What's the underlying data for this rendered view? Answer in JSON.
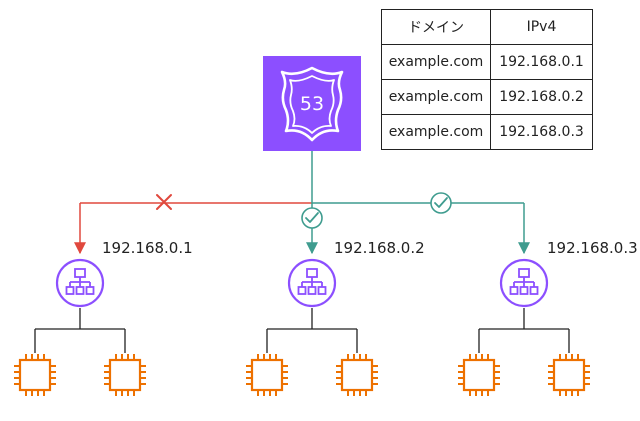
{
  "dns_table": {
    "headers": [
      "ドメイン",
      "IPv4"
    ],
    "rows": [
      [
        "example.com",
        "192.168.0.1"
      ],
      [
        "example.com",
        "192.168.0.2"
      ],
      [
        "example.com",
        "192.168.0.3"
      ]
    ]
  },
  "route53": {
    "badge_text": "53",
    "icon": "route53-shield-icon",
    "color": "#8C4FFF"
  },
  "targets": [
    {
      "ip": "192.168.0.1",
      "status": "fail",
      "icon": "load-balancer-icon"
    },
    {
      "ip": "192.168.0.2",
      "status": "ok",
      "icon": "load-balancer-icon"
    },
    {
      "ip": "192.168.0.3",
      "status": "ok",
      "icon": "load-balancer-icon"
    }
  ],
  "colors": {
    "route53": "#8C4FFF",
    "load_balancer": "#8C4FFF",
    "instance": "#ED7100",
    "healthy": "#3F9C8F",
    "unhealthy": "#E0483D",
    "lines": "#222222"
  }
}
